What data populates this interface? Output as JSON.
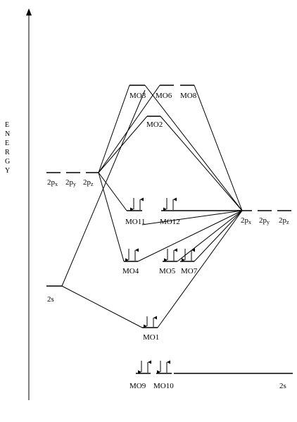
{
  "axis": {
    "label_letters": [
      "E",
      "N",
      "E",
      "R",
      "G",
      "Y"
    ]
  },
  "left_atom": {
    "p_labels": [
      {
        "main": "2p",
        "sub": "x"
      },
      {
        "main": "2p",
        "sub": "y"
      },
      {
        "main": "2p",
        "sub": "z"
      }
    ],
    "s_label": "2s"
  },
  "right_atom": {
    "p_labels": [
      {
        "main": "2p",
        "sub": "x"
      },
      {
        "main": "2p",
        "sub": "y"
      },
      {
        "main": "2p",
        "sub": "z"
      }
    ],
    "s_label": "2s"
  },
  "orbitals": {
    "mo1": "MO1",
    "mo2": "MO2",
    "mo3": "MO3",
    "mo4": "MO4",
    "mo5": "MO5",
    "mo6": "MO6",
    "mo7": "MO7",
    "mo8": "MO8",
    "mo9": "MO9",
    "mo10": "MO10",
    "mo11": "MO11",
    "mo12": "MO12"
  },
  "electron_pairs": {
    "mo1": "paired",
    "mo4": "paired",
    "mo5": "paired",
    "mo7": "paired",
    "mo9": "paired",
    "mo10": "paired",
    "mo11": "paired",
    "mo12": "paired",
    "mo2": "empty",
    "mo3": "empty",
    "mo6": "empty",
    "mo8": "empty"
  }
}
